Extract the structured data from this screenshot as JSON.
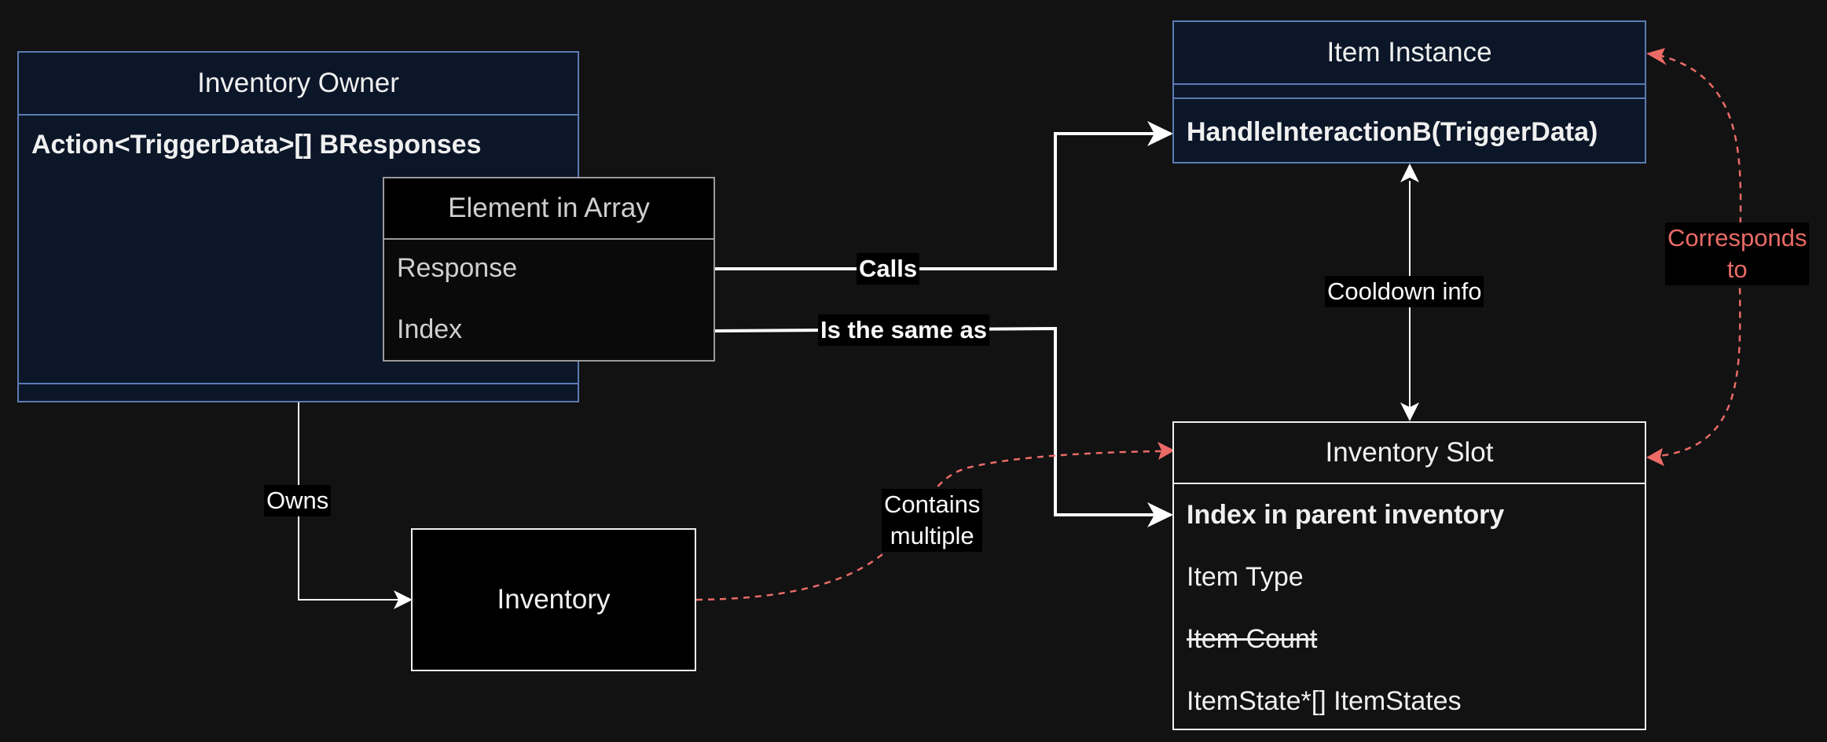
{
  "inventory_owner": {
    "title": "Inventory Owner",
    "field": "Action<TriggerData>[] BResponses"
  },
  "element_in_array": {
    "title": "Element in Array",
    "fields": [
      "Response",
      "Index"
    ]
  },
  "item_instance": {
    "title": "Item Instance",
    "method": "HandleInteractionB(TriggerData)"
  },
  "inventory_slot": {
    "title": "Inventory Slot",
    "fields": [
      "Index in parent inventory",
      "Item Type",
      "Item Count",
      "ItemState*[] ItemStates"
    ]
  },
  "inventory": {
    "title": "Inventory"
  },
  "edges": {
    "calls": "Calls",
    "same_as": "Is the same as",
    "cooldown": "Cooldown info",
    "owns": "Owns",
    "contains_l1": "Contains",
    "contains_l2": "multiple",
    "corresponds_l1": "Corresponds",
    "corresponds_l2": "to"
  },
  "colors": {
    "blue_fill": "#0b1628",
    "blue_stroke": "#5b7bb3",
    "dashed_red": "#ea6b66"
  }
}
